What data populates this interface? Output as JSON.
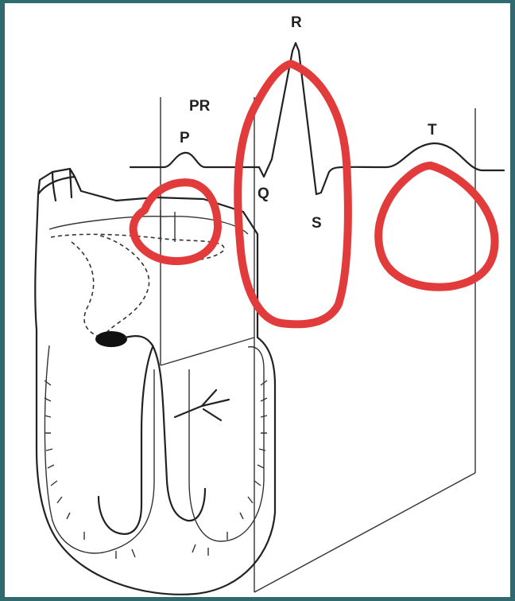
{
  "labels": {
    "p": "P",
    "pr": "PR",
    "q": "Q",
    "r": "R",
    "s": "S",
    "t": "T"
  },
  "colors": {
    "highlight": "#e23b3b",
    "ink": "#222222",
    "background": "#2f6b6e"
  },
  "highlights": [
    "p-wave-region",
    "qrs-complex-region",
    "t-wave-region"
  ]
}
